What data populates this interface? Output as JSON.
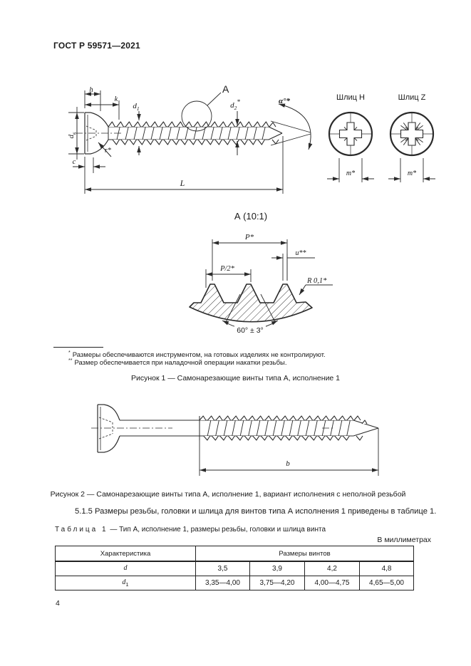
{
  "header": {
    "title": "ГОСТ Р 59571—2021"
  },
  "figure1": {
    "caption": "Рисунок 1 — Самонарезающие винты типа А, исполнение 1",
    "callout": "А",
    "detail_title": "А (10:1)",
    "dims": {
      "h": "h",
      "k": "k",
      "d1_base": "d",
      "d1_sub": "1",
      "d2_base": "d",
      "d2_sub": "2",
      "d2_star": "*",
      "dk_base": "d",
      "dk_sub": "к",
      "alpha": "α°*",
      "r": "r*",
      "c": "c",
      "L": "L",
      "P": "P*",
      "P_half": "P/2*",
      "u": "u**",
      "R": "R 0,1*",
      "angle60": "60° ± 3°"
    },
    "slots": {
      "h_title": "Шлиц H",
      "z_title": "Шлиц Z",
      "m": "m*"
    },
    "footnotes": [
      {
        "marker": "*",
        "text": "Размеры обеспечиваются инструментом, на готовых изделиях не контролируют."
      },
      {
        "marker": "**",
        "text": "Размер обеспечивается при наладочной операции накатки резьбы."
      }
    ]
  },
  "figure2": {
    "caption": "Рисунок 2 — Самонарезающие винты типа А, исполнение 1, вариант исполнения с неполной резьбой",
    "dims": {
      "b": "b"
    }
  },
  "section": {
    "text": "5.1.5 Размеры резьбы, головки и шлица для винтов типа А исполнения 1 приведены в таблице 1."
  },
  "table1": {
    "label": "Таблица 1",
    "title": "— Тип А, исполнение 1, размеры резьбы, головки и шлица винта",
    "units": "В миллиметрах",
    "header": {
      "characteristic": "Характеристика",
      "sizes": "Размеры винтов"
    },
    "rows": [
      {
        "name_base": "d",
        "name_sub": "",
        "values": [
          "3,5",
          "3,9",
          "4,2",
          "4,8"
        ]
      },
      {
        "name_base": "d",
        "name_sub": "1",
        "values": [
          "3,35—4,00",
          "3,75—4,20",
          "4,00—4,75",
          "4,65—5,00"
        ]
      }
    ]
  },
  "footer": {
    "page_number": "4"
  }
}
